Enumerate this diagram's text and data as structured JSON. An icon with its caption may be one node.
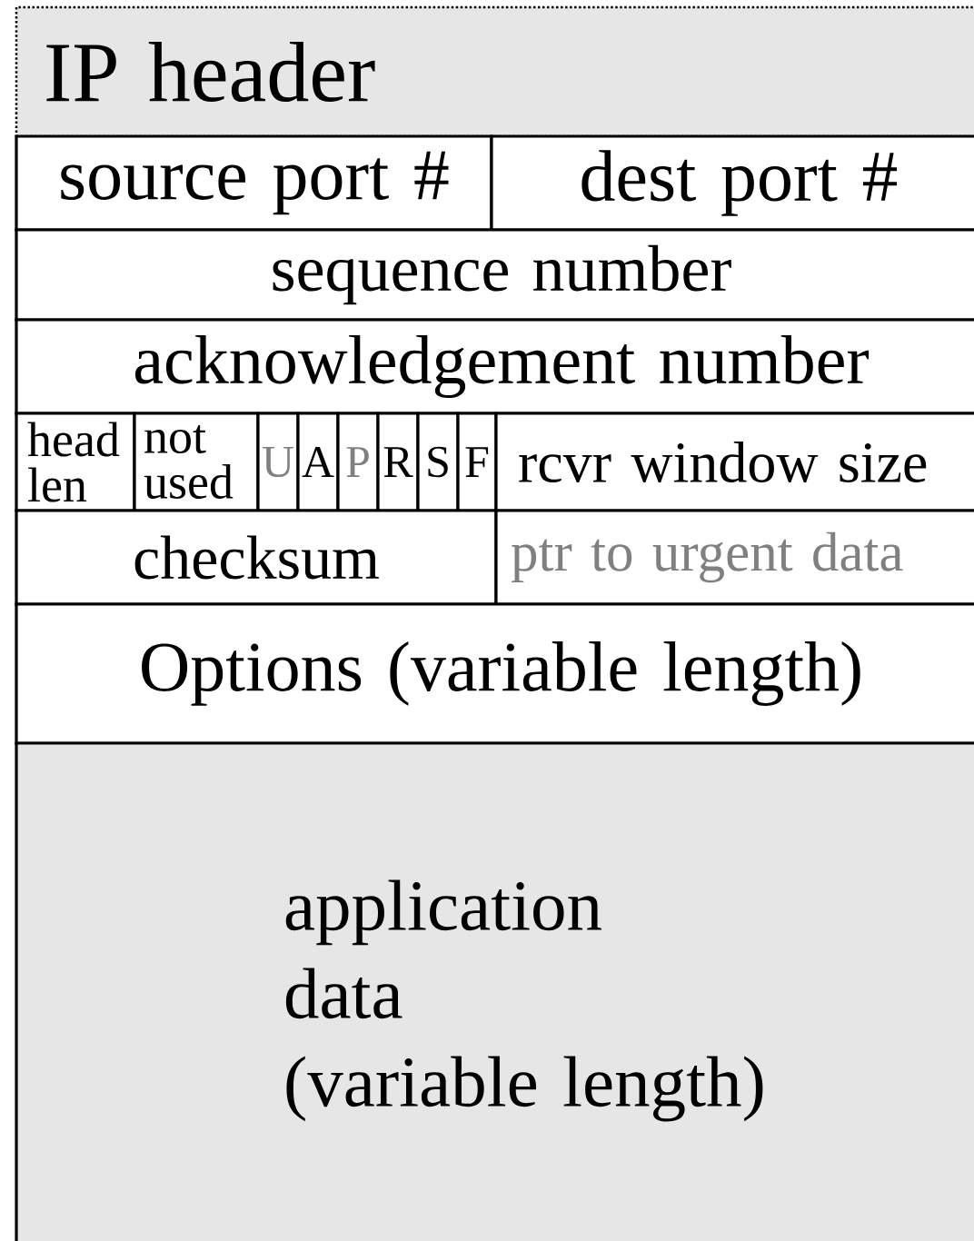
{
  "diagram": {
    "nodes": [
      {
        "text": [
          "IP header"
        ]
      },
      {
        "text": [
          "source port #"
        ]
      },
      {
        "text": [
          "dest port #"
        ]
      },
      {
        "text": [
          "sequence number"
        ]
      },
      {
        "text": [
          "acknowledgement number"
        ]
      },
      {
        "text": [
          "head len"
        ]
      },
      {
        "text": [
          "not used"
        ]
      },
      {
        "text": [
          "U"
        ]
      },
      {
        "text": [
          "A"
        ]
      },
      {
        "text": [
          "P"
        ]
      },
      {
        "text": [
          "R"
        ]
      },
      {
        "text": [
          "S"
        ]
      },
      {
        "text": [
          "F"
        ]
      },
      {
        "text": [
          "rcvr window size"
        ]
      },
      {
        "text": [
          "checksum"
        ]
      },
      {
        "text": [
          "ptr to urgent data"
        ]
      },
      {
        "text": [
          "Options (variable length)"
        ]
      },
      {
        "text": [
          "application data (variable length)"
        ]
      }
    ],
    "edges": []
  }
}
